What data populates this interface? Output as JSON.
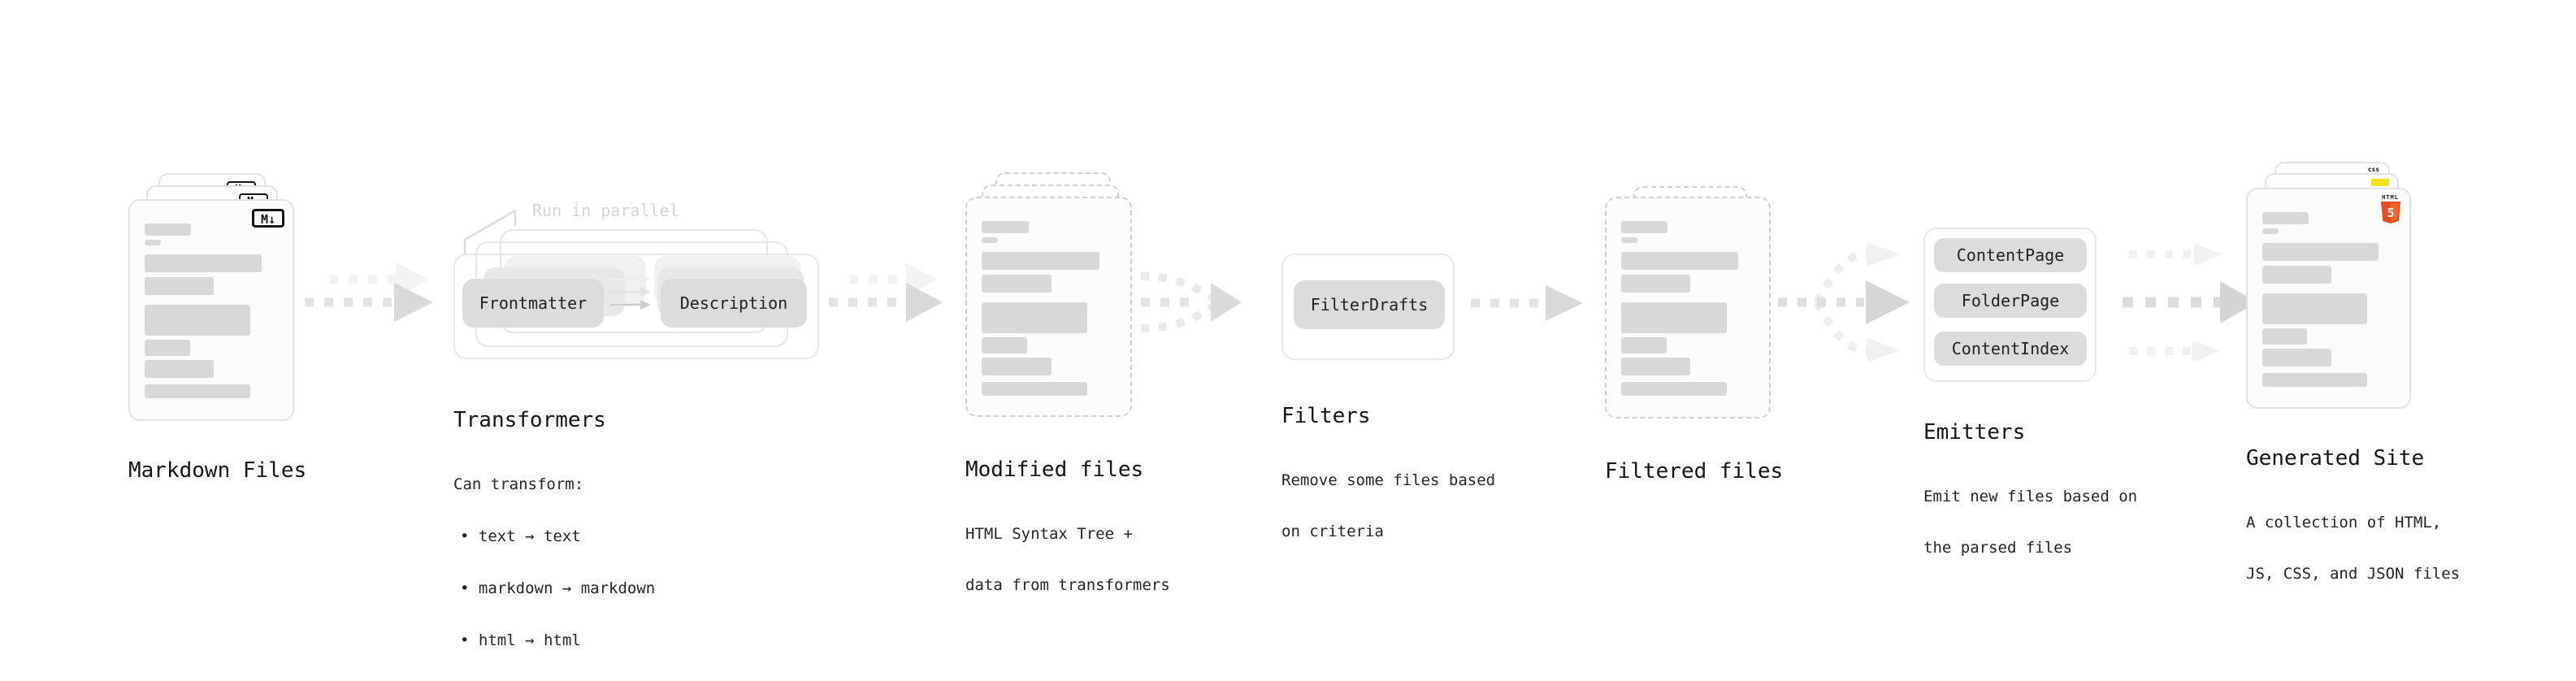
{
  "stages": {
    "markdown": {
      "label": "Markdown Files",
      "badge": "M↓"
    },
    "transformers": {
      "label": "Transformers",
      "annotation": "Run in parallel",
      "node1": "Frontmatter",
      "node2": "Description",
      "desc_title": "Can transform:",
      "bullets": [
        "• text → text",
        "• markdown → markdown",
        "• html → html"
      ]
    },
    "modified": {
      "label": "Modified files",
      "desc_line1": "HTML Syntax Tree +",
      "desc_line2": "data from transformers"
    },
    "filters": {
      "label": "Filters",
      "node1": "FilterDrafts",
      "desc_line1": "Remove some files based",
      "desc_line2": "on criteria"
    },
    "filtered": {
      "label": "Filtered files"
    },
    "emitters": {
      "label": "Emitters",
      "node1": "ContentPage",
      "node2": "FolderPage",
      "node3": "ContentIndex",
      "desc_line1": "Emit new files based on",
      "desc_line2": "the parsed files"
    },
    "generated": {
      "label": "Generated Site",
      "desc_line1": "A collection of HTML,",
      "desc_line2": "JS, CSS, and JSON files",
      "badge_html_text": "HTML",
      "badge_html_number": "5",
      "badge_css_text": "css"
    }
  },
  "colors": {
    "html5_orange": "#e44d26",
    "html5_orange_light": "#f16529",
    "js_yellow": "#f7df1e",
    "css_blue": "#2965f1",
    "skeleton_bar": "#d8d8d8",
    "arrow_gray": "#d9d9d9"
  }
}
